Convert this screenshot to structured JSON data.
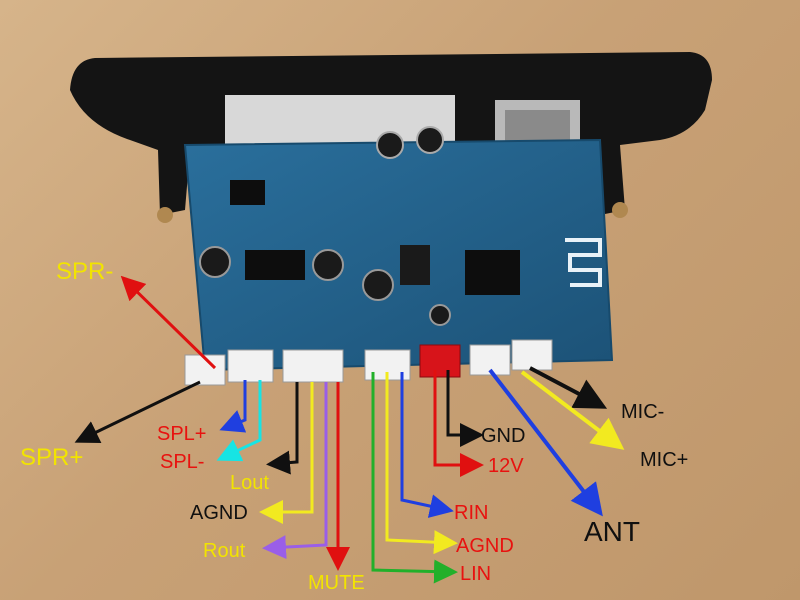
{
  "labels": {
    "spr_minus": "SPR-",
    "spr_plus": "SPR+",
    "spl_plus": "SPL+",
    "spl_minus": "SPL-",
    "lout": "Lout",
    "agnd_left": "AGND",
    "rout": "Rout",
    "mute": "MUTE",
    "rin": "RIN",
    "agnd_right": "AGND",
    "lin": "LIN",
    "gnd": "GND",
    "v12": "12V",
    "ant": "ANT",
    "mic_minus": "MIC-",
    "mic_plus": "MIC+"
  },
  "colors": {
    "board": "#1f5e86",
    "bezel": "#141414",
    "arrow_red": "#e01010",
    "arrow_black": "#101010",
    "arrow_blue": "#1f3fe0",
    "arrow_cyan": "#17e4e4",
    "arrow_yellow": "#f2ea20",
    "arrow_purple": "#9a5ee8",
    "arrow_green": "#22b02a"
  }
}
